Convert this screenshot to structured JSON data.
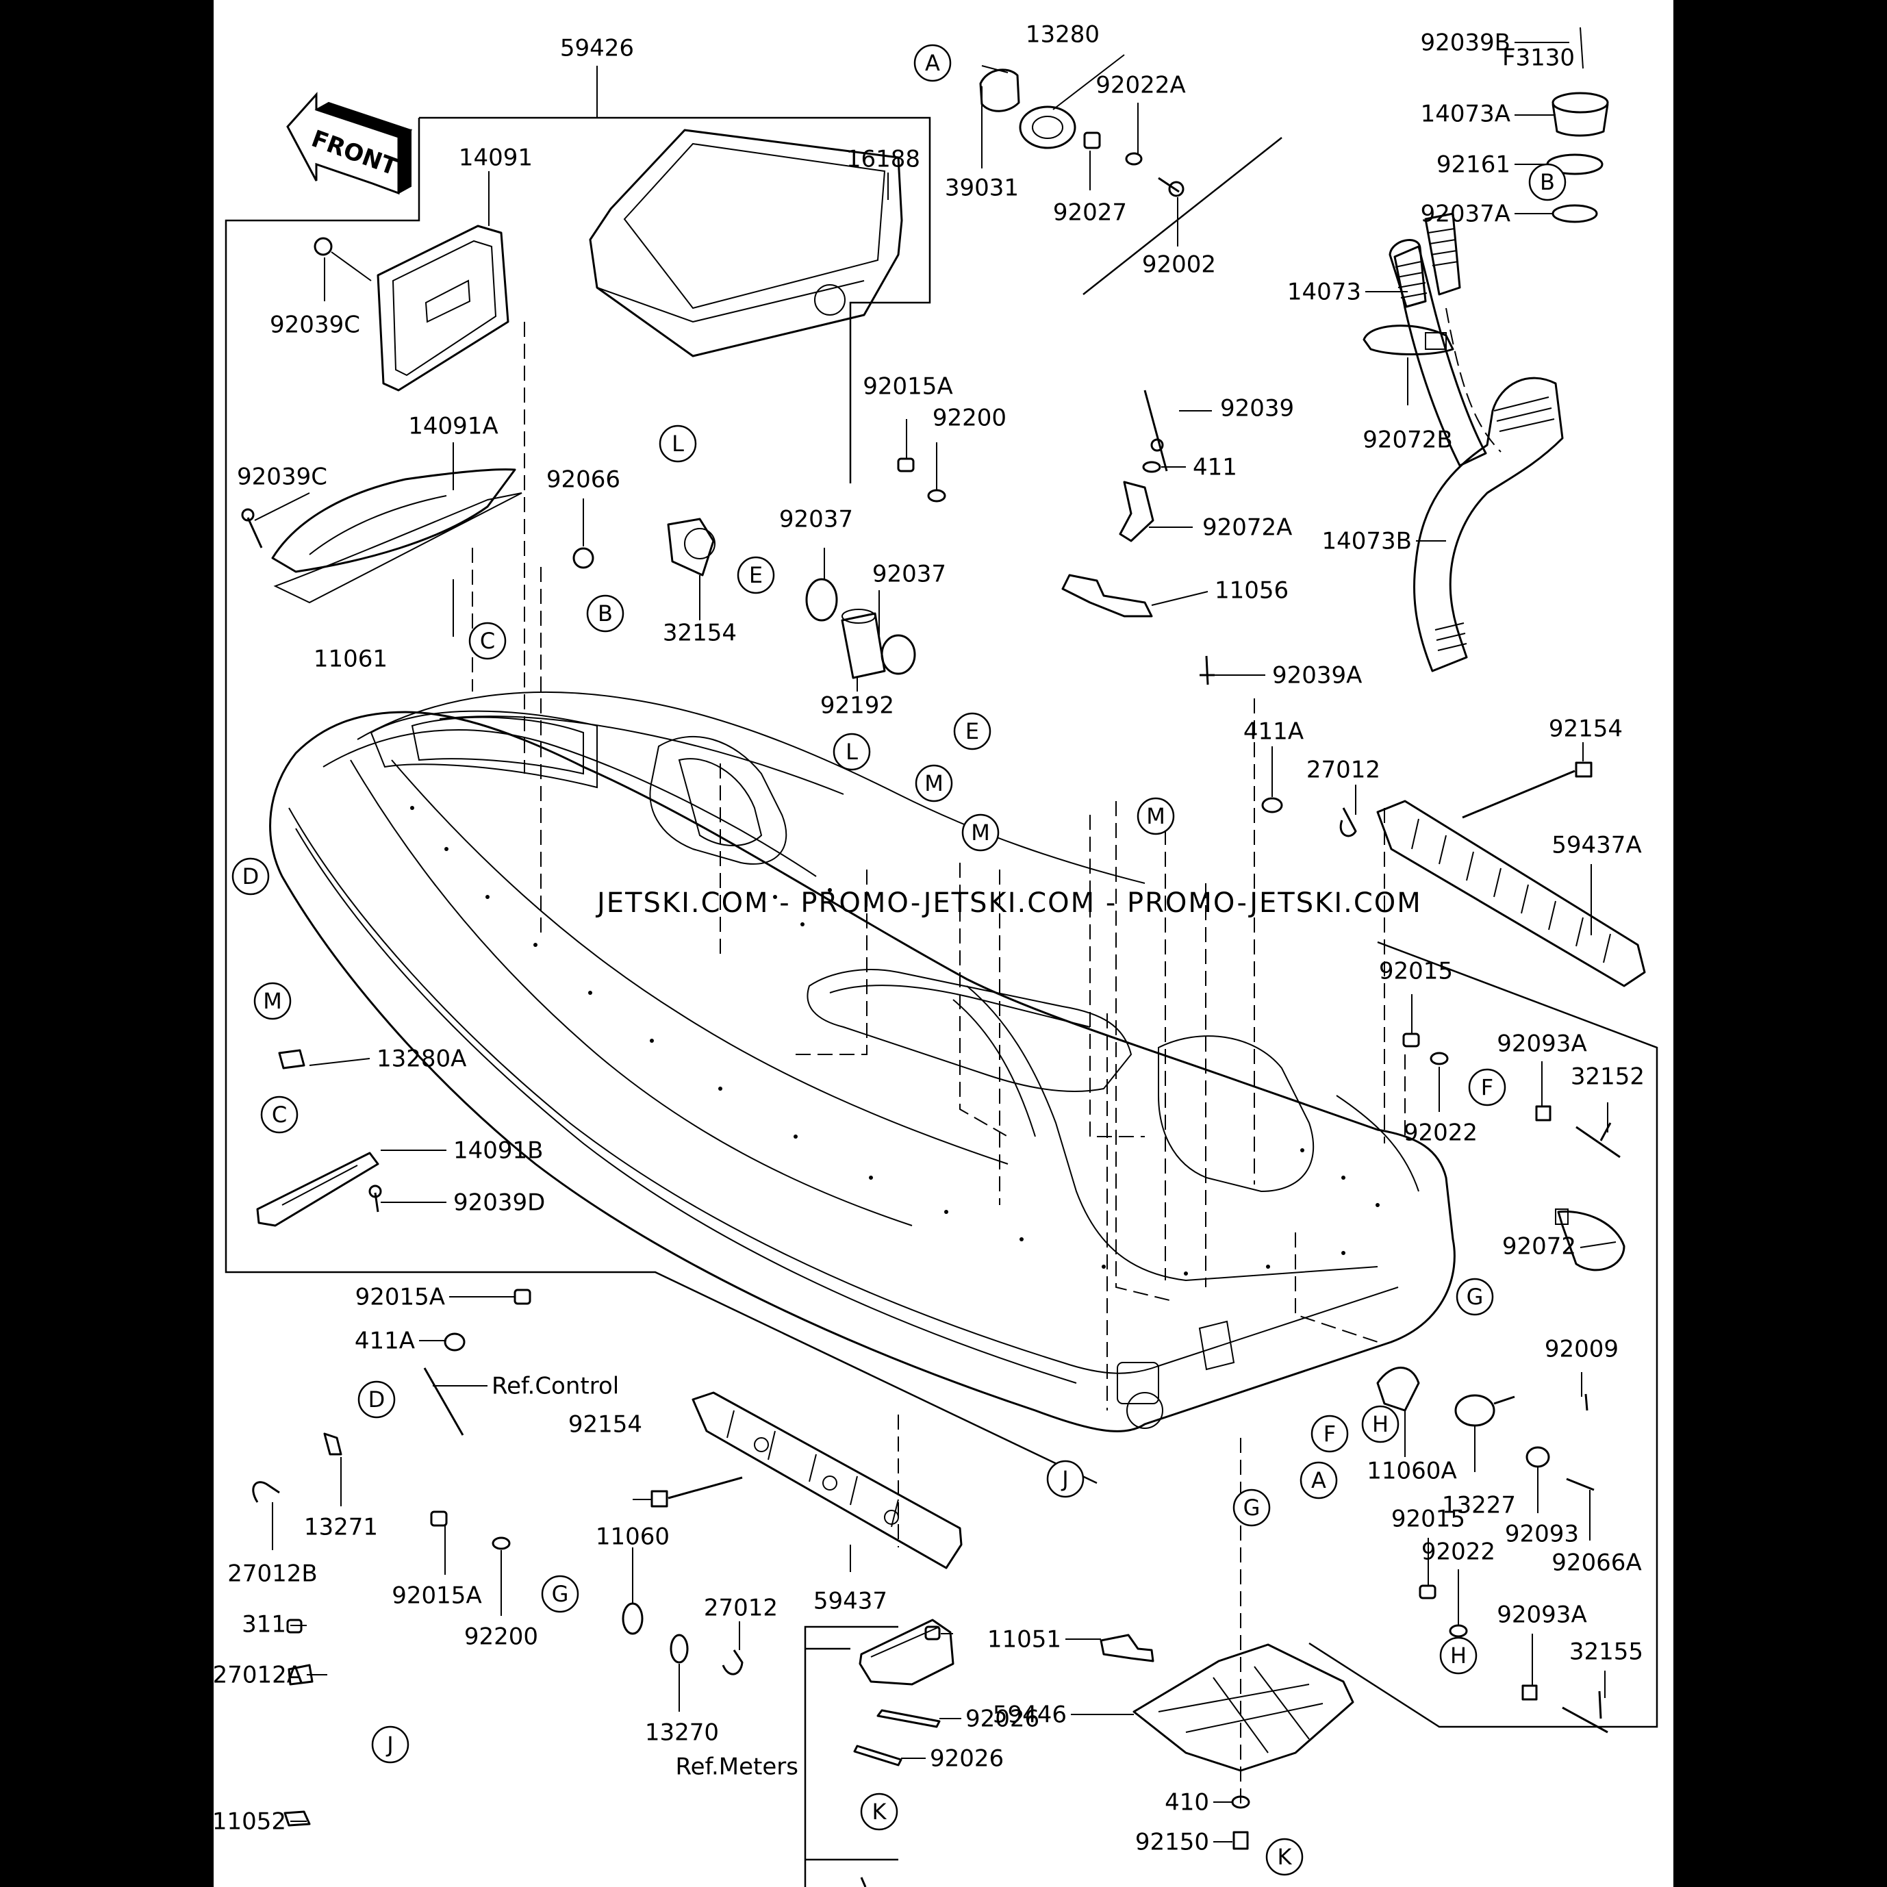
{
  "diagram_id": "F3130",
  "front_label": "FRONT",
  "watermark": "JETSKI.COM - PROMO-JETSKI.COM - PROMO-JETSKI.COM",
  "parts": {
    "p59426": "59426",
    "p14091": "14091",
    "p16188": "16188",
    "p92039C_a": "92039C",
    "p14091A": "14091A",
    "p92039C_b": "92039C",
    "p92066": "92066",
    "p11061": "11061",
    "p13280": "13280",
    "p92022A": "92022A",
    "p39031": "39031",
    "p92027": "92027",
    "p92002": "92002",
    "p92039B": "92039B",
    "p14073A": "14073A",
    "p92161": "92161",
    "p92037A": "92037A",
    "p14073": "14073",
    "p92072B": "92072B",
    "p14073B": "14073B",
    "p92015A_top": "92015A",
    "p92200_top": "92200",
    "p92039": "92039",
    "p411_top": "411",
    "p92072A": "92072A",
    "p11056": "11056",
    "p92039A": "92039A",
    "p32154": "32154",
    "p92037_a": "92037",
    "p92037_b": "92037",
    "p92192": "92192",
    "p411A_top": "411A",
    "p27012_top": "27012",
    "p92154_top": "92154",
    "p59437A": "59437A",
    "p92015_a": "92015",
    "p92093A_a": "92093A",
    "p32152": "32152",
    "p92022_a": "92022",
    "p92072": "92072",
    "p13280A": "13280A",
    "p14091B": "14091B",
    "p92039D": "92039D",
    "p92015A_mid": "92015A",
    "p411A_mid": "411A",
    "ref_control": "Ref.Control",
    "p27012B": "27012B",
    "p13271": "13271",
    "p92154_bot": "92154",
    "p59437": "59437",
    "p11060": "11060",
    "p27012_bot": "27012",
    "p92015A_bot": "92015A",
    "p92200_bot": "92200",
    "p13270": "13270",
    "ref_meters": "Ref.Meters",
    "p311": "311",
    "p27012A": "27012A",
    "p11052": "11052",
    "p11051": "11051",
    "p59446": "59446",
    "p92026_a": "92026",
    "p92026_b": "92026",
    "p410": "410",
    "p92150": "92150",
    "p92009": "92009",
    "p11060A": "11060A",
    "p13227": "13227",
    "p92093": "92093",
    "p92066A": "92066A",
    "p92015_b": "92015",
    "p92022_b": "92022",
    "p92093A_b": "92093A",
    "p32155": "32155"
  },
  "callouts": {
    "A": "A",
    "B": "B",
    "C": "C",
    "D": "D",
    "E": "E",
    "F": "F",
    "G": "G",
    "H": "H",
    "J": "J",
    "K": "K",
    "L": "L",
    "M": "M"
  }
}
